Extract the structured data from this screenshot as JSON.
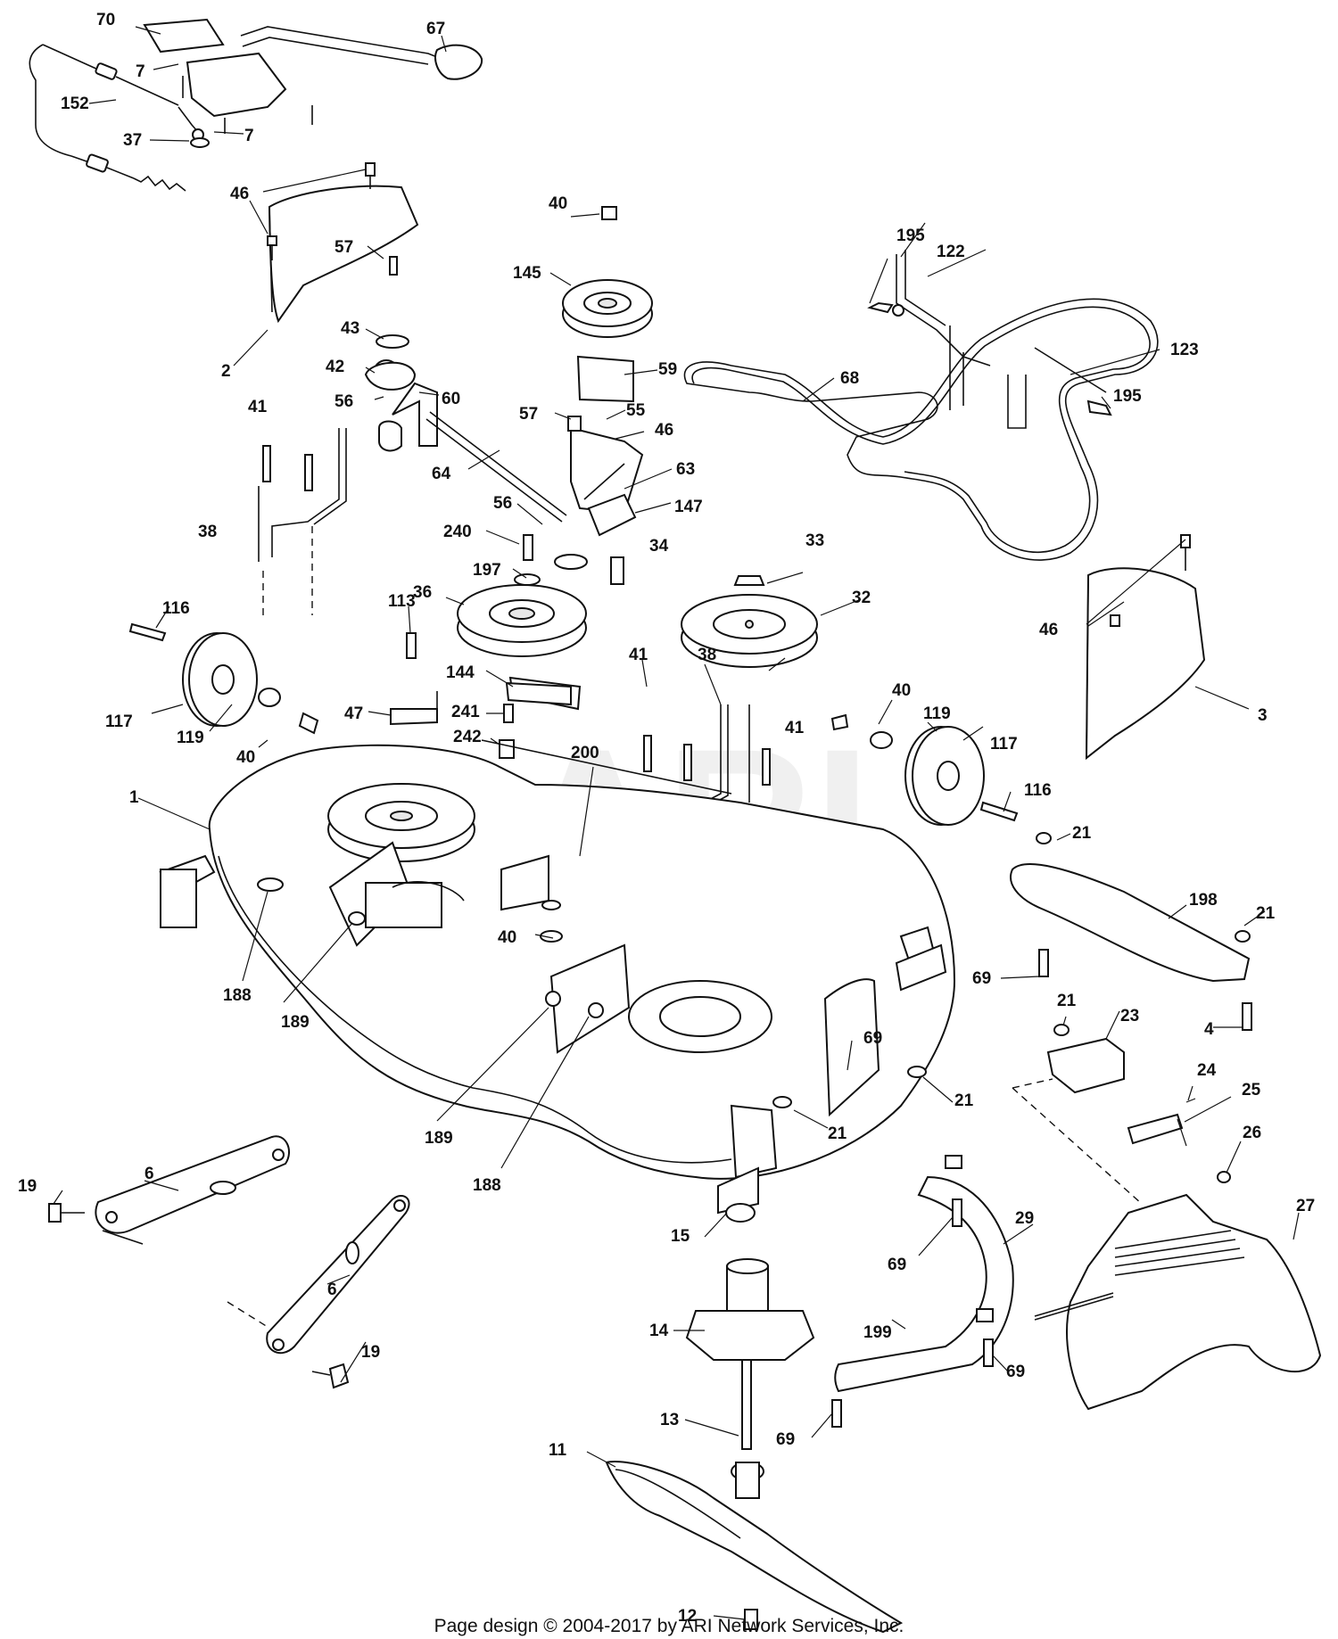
{
  "watermark": "ARI",
  "footer": "Page design © 2004-2017 by ARI Network Services, Inc.",
  "callouts": {
    "p70": "70",
    "p67": "67",
    "p7a": "7",
    "p7b": "7",
    "p152": "152",
    "p37": "37",
    "p46a": "46",
    "p2": "2",
    "p57a": "57",
    "p43": "43",
    "p42": "42",
    "p56a": "56",
    "p60": "60",
    "p40a": "40",
    "p145": "145",
    "p59": "59",
    "p55": "55",
    "p57b": "57",
    "p46b": "46",
    "p63": "63",
    "p64": "64",
    "p147": "147",
    "p56b": "56",
    "p240": "240",
    "p34": "34",
    "p197": "197",
    "p195a": "195",
    "p122": "122",
    "p68": "68",
    "p123": "123",
    "p195b": "195",
    "p41a": "41",
    "p38a": "38",
    "p33": "33",
    "p36": "36",
    "p32": "32",
    "p46c": "46",
    "p3": "3",
    "p116a": "116",
    "p113": "113",
    "p117a": "117",
    "p119a": "119",
    "p40b": "40",
    "p47": "47",
    "p144": "144",
    "p241": "241",
    "p242": "242",
    "p41b": "41",
    "p38b": "38",
    "p41c": "41",
    "p40c": "40",
    "p119b": "119",
    "p117b": "117",
    "p116b": "116",
    "p200": "200",
    "p1": "1",
    "p21a": "21",
    "p198": "198",
    "p21b": "21",
    "p69a": "69",
    "p4": "4",
    "p40d": "40",
    "p188a": "188",
    "p189a": "189",
    "p69b": "69",
    "p21c": "21",
    "p23": "23",
    "p24": "24",
    "p25": "25",
    "p21d": "21",
    "p21e": "21",
    "p189b": "189",
    "p188b": "188",
    "p26": "26",
    "p6a": "6",
    "p19a": "19",
    "p6b": "6",
    "p19b": "19",
    "p15": "15",
    "p29": "29",
    "p27": "27",
    "p69c": "69",
    "p14": "14",
    "p199": "199",
    "p69d": "69",
    "p13": "13",
    "p69e": "69",
    "p11": "11",
    "p12": "12"
  }
}
